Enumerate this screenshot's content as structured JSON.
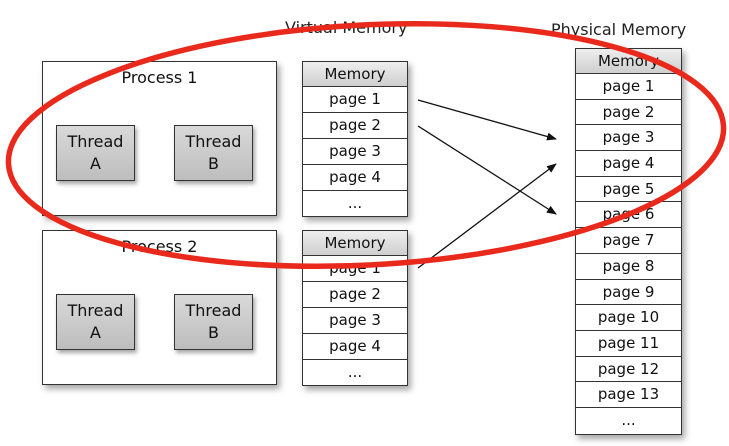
{
  "labels": {
    "virtual_memory": "Virtual Memory",
    "physical_memory": "Physical Memory"
  },
  "processes": [
    {
      "title": "Process 1",
      "threads": [
        {
          "line1": "Thread",
          "line2": "A"
        },
        {
          "line1": "Thread",
          "line2": "B"
        }
      ],
      "memory": {
        "header": "Memory",
        "pages": [
          "page 1",
          "page 2",
          "page 3",
          "page 4",
          "..."
        ]
      }
    },
    {
      "title": "Process 2",
      "threads": [
        {
          "line1": "Thread",
          "line2": "A"
        },
        {
          "line1": "Thread",
          "line2": "B"
        }
      ],
      "memory": {
        "header": "Memory",
        "pages": [
          "page 1",
          "page 2",
          "page 3",
          "page 4",
          "..."
        ]
      }
    }
  ],
  "physical": {
    "header": "Memory",
    "pages": [
      "page 1",
      "page 2",
      "page 3",
      "page 4",
      "page 5",
      "page 6",
      "page 7",
      "page 8",
      "page 9",
      "page 10",
      "page 11",
      "page 12",
      "page 13",
      "..."
    ]
  },
  "colors": {
    "highlight": "#e8291c",
    "arrow": "#111111"
  }
}
